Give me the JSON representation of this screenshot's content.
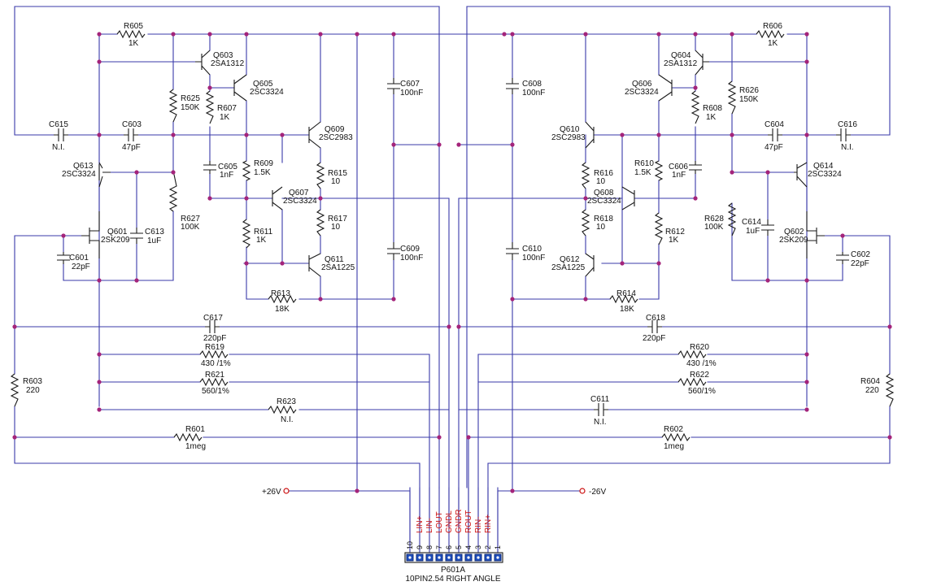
{
  "power": {
    "pos_label": "+26V",
    "neg_label": "-26V"
  },
  "connector": {
    "ref": "P601A",
    "desc": "10PIN2.54 RIGHT ANGLE",
    "pins": [
      {
        "num": "10",
        "label": ""
      },
      {
        "num": "9",
        "label": "LIN+"
      },
      {
        "num": "8",
        "label": "LIN-"
      },
      {
        "num": "7",
        "label": "LOUT"
      },
      {
        "num": "6",
        "label": "GNDL"
      },
      {
        "num": "5",
        "label": "GNDR"
      },
      {
        "num": "4",
        "label": "ROUT"
      },
      {
        "num": "3",
        "label": "RIN-"
      },
      {
        "num": "2",
        "label": "RIN+"
      },
      {
        "num": "1",
        "label": ""
      }
    ]
  },
  "components": {
    "R605": {
      "ref": "R605",
      "val": "1K"
    },
    "R606": {
      "ref": "R606",
      "val": "1K"
    },
    "Q603": {
      "ref": "Q603",
      "val": "2SA1312"
    },
    "Q604": {
      "ref": "Q604",
      "val": "2SA1312"
    },
    "Q605": {
      "ref": "Q605",
      "val": "2SC3324"
    },
    "Q606": {
      "ref": "Q606",
      "val": "2SC3324"
    },
    "R625": {
      "ref": "R625",
      "val": "150K"
    },
    "R626": {
      "ref": "R626",
      "val": "150K"
    },
    "R607": {
      "ref": "R607",
      "val": "1K"
    },
    "R608": {
      "ref": "R608",
      "val": "1K"
    },
    "C607": {
      "ref": "C607",
      "val": "100nF"
    },
    "C608": {
      "ref": "C608",
      "val": "100nF"
    },
    "C615": {
      "ref": "C615",
      "val": "N.I."
    },
    "C616": {
      "ref": "C616",
      "val": "N.I."
    },
    "C603": {
      "ref": "C603",
      "val": "47pF"
    },
    "C604": {
      "ref": "C604",
      "val": "47pF"
    },
    "Q609": {
      "ref": "Q609",
      "val": "2SC2983"
    },
    "Q610": {
      "ref": "Q610",
      "val": "2SC2983"
    },
    "Q613": {
      "ref": "Q613",
      "val": "2SC3324"
    },
    "Q614": {
      "ref": "Q614",
      "val": "2SC3324"
    },
    "C605": {
      "ref": "C605",
      "val": "1nF"
    },
    "C606": {
      "ref": "C606",
      "val": "1nF"
    },
    "R609": {
      "ref": "R609",
      "val": "1.5K"
    },
    "R610": {
      "ref": "R610",
      "val": "1.5K"
    },
    "R615": {
      "ref": "R615",
      "val": "10"
    },
    "R616": {
      "ref": "R616",
      "val": "10"
    },
    "Q607": {
      "ref": "Q607",
      "val": "2SC3324"
    },
    "Q608": {
      "ref": "Q608",
      "val": "2SC3324"
    },
    "R627": {
      "ref": "R627",
      "val": "100K"
    },
    "R628": {
      "ref": "R628",
      "val": "100K"
    },
    "R617": {
      "ref": "R617",
      "val": "10"
    },
    "R618": {
      "ref": "R618",
      "val": "10"
    },
    "Q601": {
      "ref": "Q601",
      "val": "2SK209"
    },
    "Q602": {
      "ref": "Q602",
      "val": "2SK209"
    },
    "C613": {
      "ref": "C613",
      "val": "1uF"
    },
    "C614": {
      "ref": "C614",
      "val": "1uF"
    },
    "R611": {
      "ref": "R611",
      "val": "1K"
    },
    "R612": {
      "ref": "R612",
      "val": "1K"
    },
    "C601": {
      "ref": "C601",
      "val": "22pF"
    },
    "C602": {
      "ref": "C602",
      "val": "22pF"
    },
    "C609": {
      "ref": "C609",
      "val": "100nF"
    },
    "C610": {
      "ref": "C610",
      "val": "100nF"
    },
    "Q611": {
      "ref": "Q611",
      "val": "2SA1225"
    },
    "Q612": {
      "ref": "Q612",
      "val": "2SA1225"
    },
    "R613": {
      "ref": "R613",
      "val": "18K"
    },
    "R614": {
      "ref": "R614",
      "val": "18K"
    },
    "C617": {
      "ref": "C617",
      "val": "220pF"
    },
    "C618": {
      "ref": "C618",
      "val": "220pF"
    },
    "R619": {
      "ref": "R619",
      "val": "430 /1%"
    },
    "R620": {
      "ref": "R620",
      "val": "430 /1%"
    },
    "R621": {
      "ref": "R621",
      "val": "560/1%"
    },
    "R622": {
      "ref": "R622",
      "val": "560/1%"
    },
    "R603": {
      "ref": "R603",
      "val": "220"
    },
    "R604": {
      "ref": "R604",
      "val": "220"
    },
    "R623": {
      "ref": "R623",
      "val": "N.I."
    },
    "C611": {
      "ref": "C611",
      "val": "N.I."
    },
    "R601": {
      "ref": "R601",
      "val": "1meg"
    },
    "R602": {
      "ref": "R602",
      "val": "1meg"
    }
  }
}
